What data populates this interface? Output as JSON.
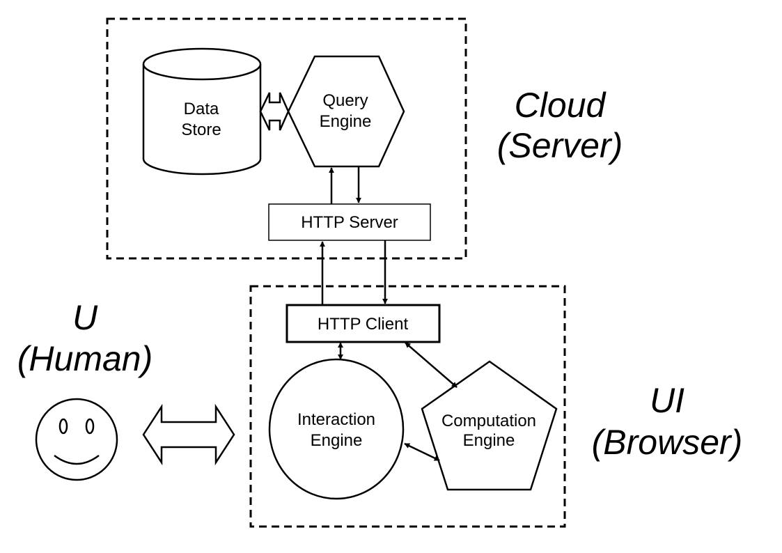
{
  "regions": {
    "cloud": {
      "line1": "Cloud",
      "line2": "(Server)"
    },
    "human": {
      "line1": "U",
      "line2": "(Human)"
    },
    "ui": {
      "line1": "UI",
      "line2": "(Browser)"
    }
  },
  "nodes": {
    "data_store": {
      "line1": "Data",
      "line2": "Store"
    },
    "query_engine": {
      "line1": "Query",
      "line2": "Engine"
    },
    "http_server": {
      "label": "HTTP Server"
    },
    "http_client": {
      "label": "HTTP Client"
    },
    "interaction_engine": {
      "line1": "Interaction",
      "line2": "Engine"
    },
    "computation_engine": {
      "line1": "Computation",
      "line2": "Engine"
    }
  }
}
